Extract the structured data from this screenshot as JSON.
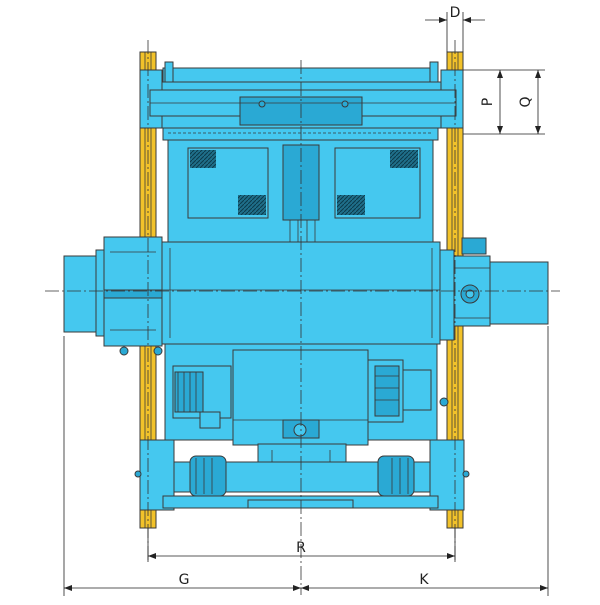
{
  "colors": {
    "body": "#45c8ef",
    "body_dark": "#2aa9d4",
    "rail": "#f2c22a",
    "rail_dark": "#c99a10",
    "outline": "#3a3a3a",
    "line": "#222222",
    "background": "#ffffff"
  },
  "dimensions": {
    "D": "D",
    "P": "P",
    "Q": "Q",
    "R": "R",
    "G": "G",
    "K": "K"
  }
}
